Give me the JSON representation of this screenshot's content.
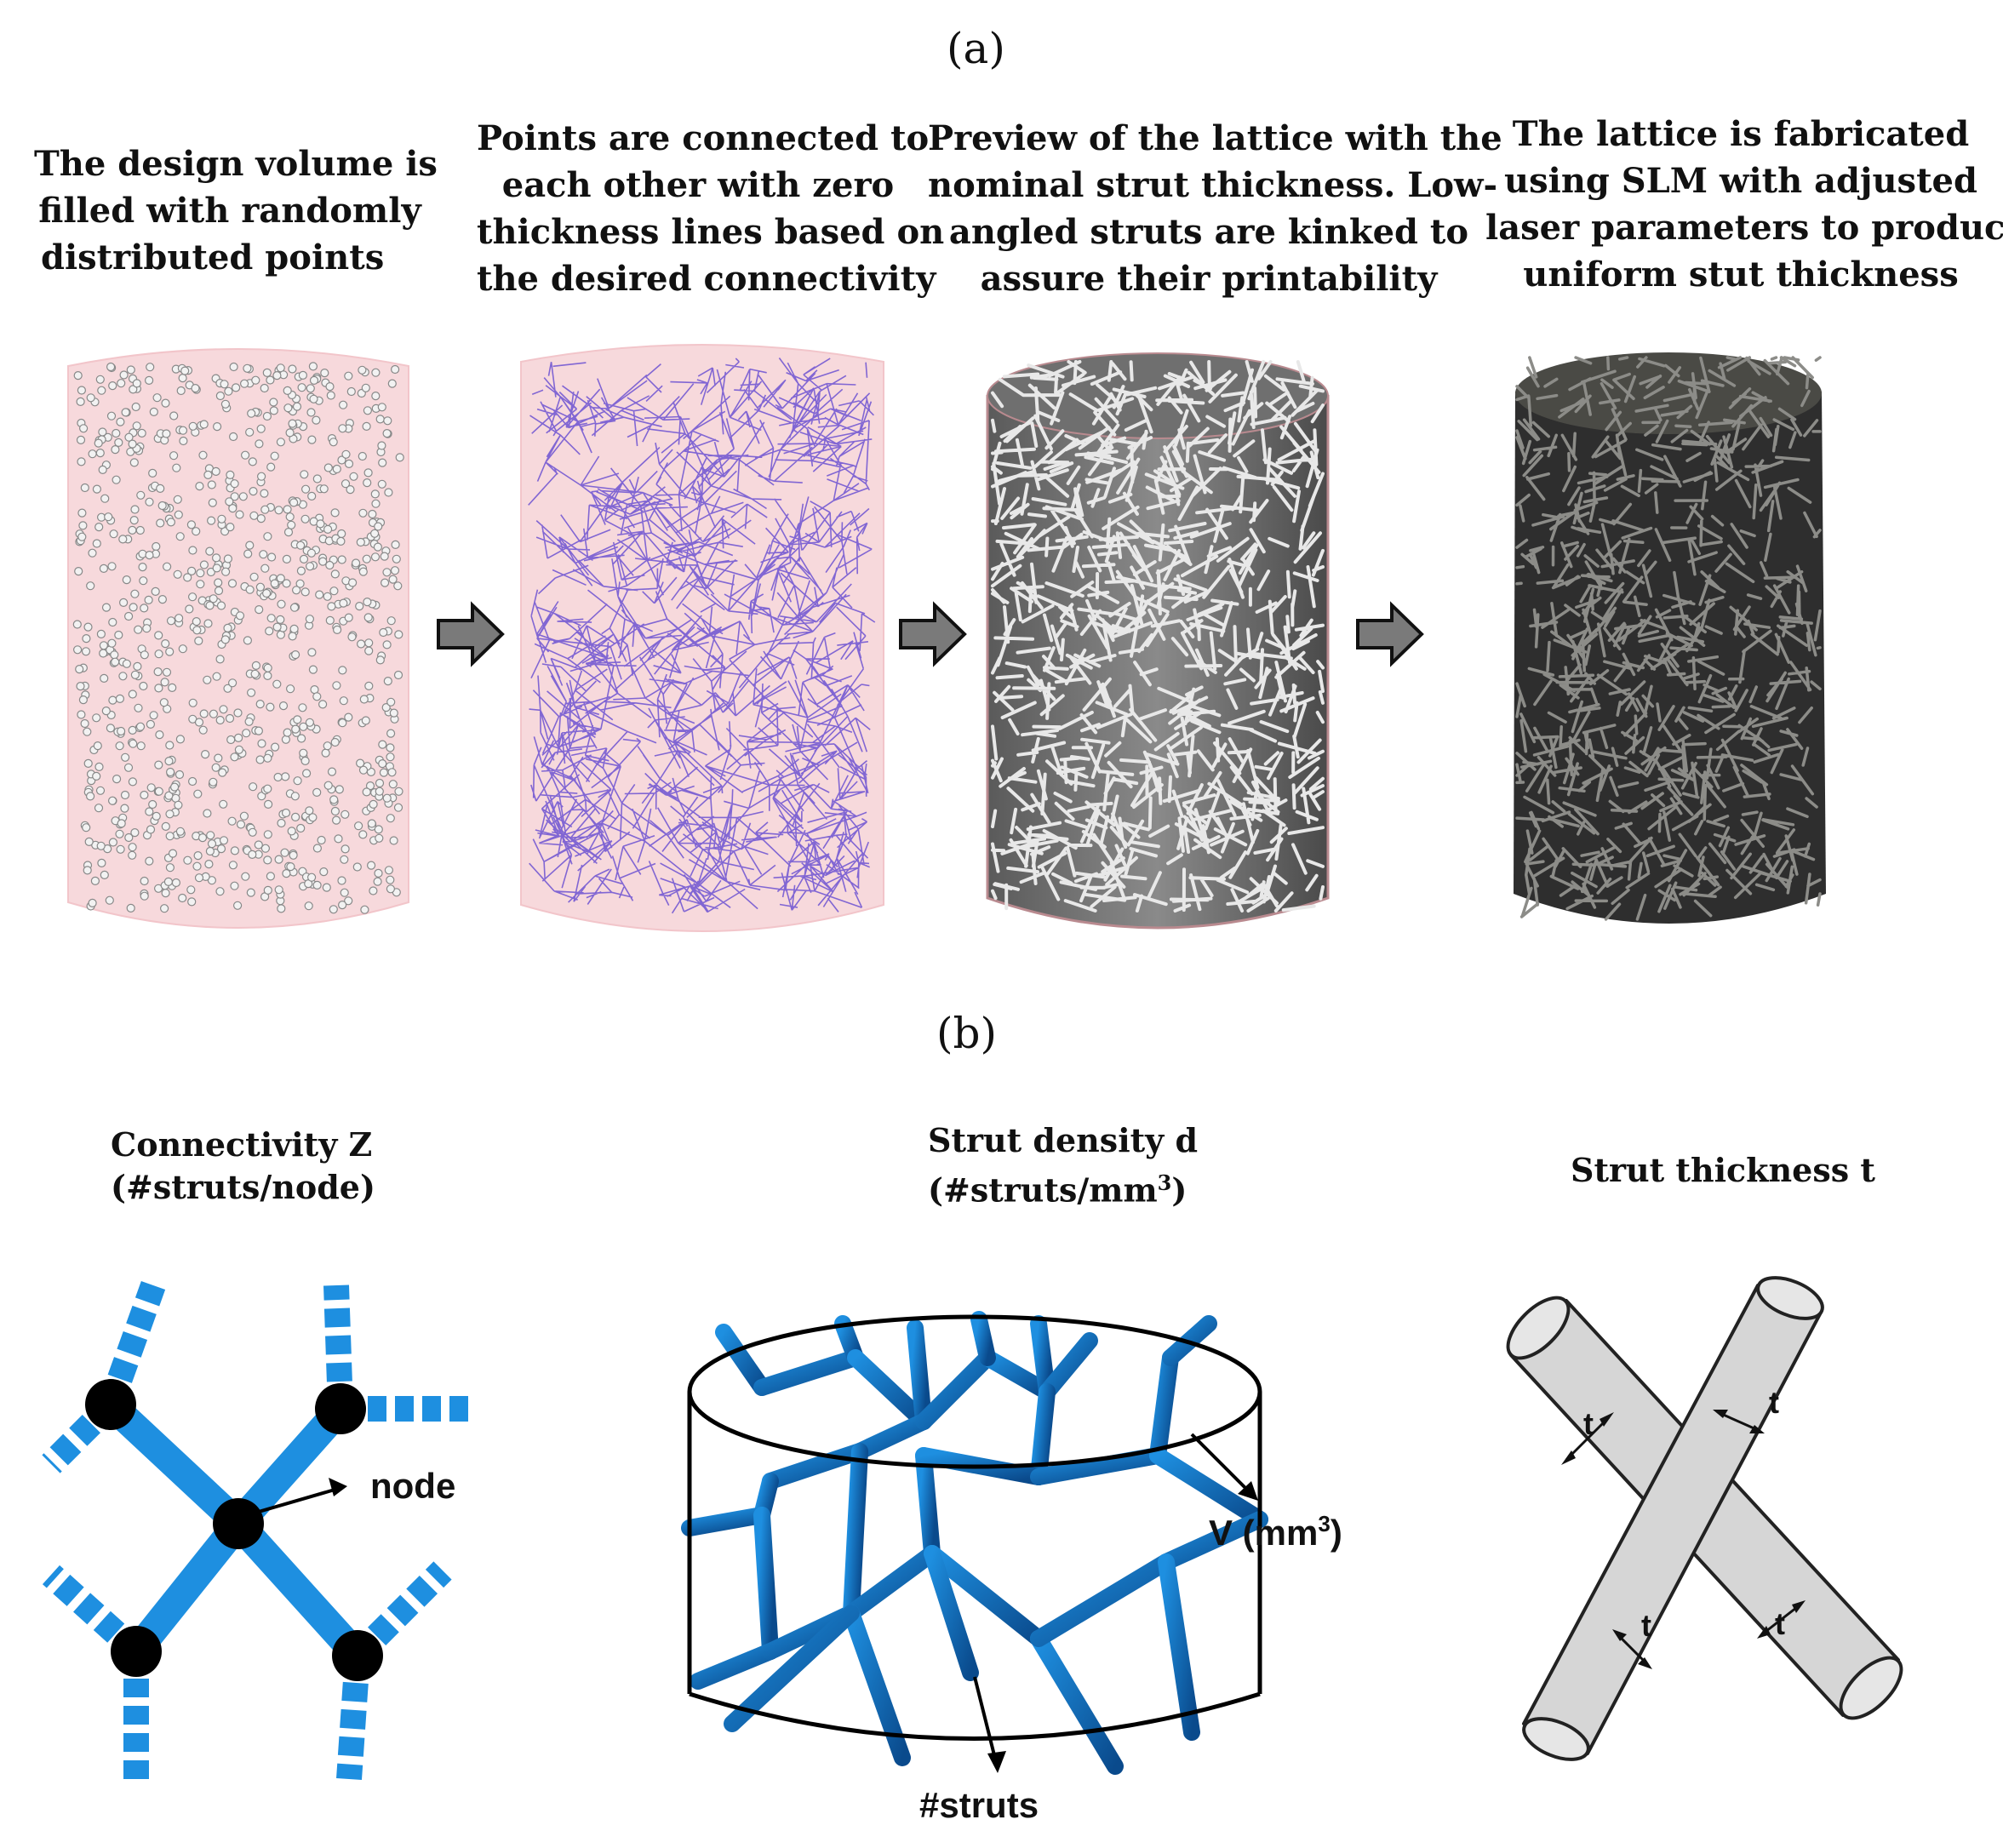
{
  "panel_labels": {
    "a": "(a)",
    "b": "(b)"
  },
  "steps": [
    {
      "lines": [
        "The design volume is",
        "filled with randomly",
        "distributed points"
      ]
    },
    {
      "lines": [
        "Points are connected to",
        "each other with zero",
        "thickness lines based on",
        "the desired connectivity"
      ]
    },
    {
      "lines": [
        "Preview of the lattice with the",
        "nominal strut thickness. Low-",
        "angled struts are kinked to",
        "assure their printability"
      ]
    },
    {
      "lines": [
        "The lattice is fabricated",
        "using SLM with adjusted",
        "laser parameters to produce",
        "uniform stut thickness"
      ]
    }
  ],
  "params": {
    "connectivity": {
      "line1": "Connectivity Z",
      "line2": "(#struts/node)",
      "node_label": "node"
    },
    "density": {
      "line1": "Strut density d",
      "line2_prefix": "(#struts/mm",
      "line2_sup": "3",
      "line2_suffix": ")",
      "volume_label_prefix": "V (mm",
      "volume_label_sup": "3",
      "volume_label_suffix": ")",
      "struts_label": "#struts"
    },
    "thickness": {
      "line1": "Strut thickness t",
      "t_label": "t"
    }
  },
  "colors": {
    "points_volume": "#f7d9dc",
    "wire_lines": "#5a3fd0",
    "strut_blue": "#1e8fe0",
    "strut_dark": "#0a4a8c",
    "printed": "#3b3b3b",
    "arrow_fill": "#7a7a7a",
    "node_black": "#000000",
    "grey_strut": "#d6d6d6"
  },
  "icons": [
    "right-arrow-icon"
  ]
}
